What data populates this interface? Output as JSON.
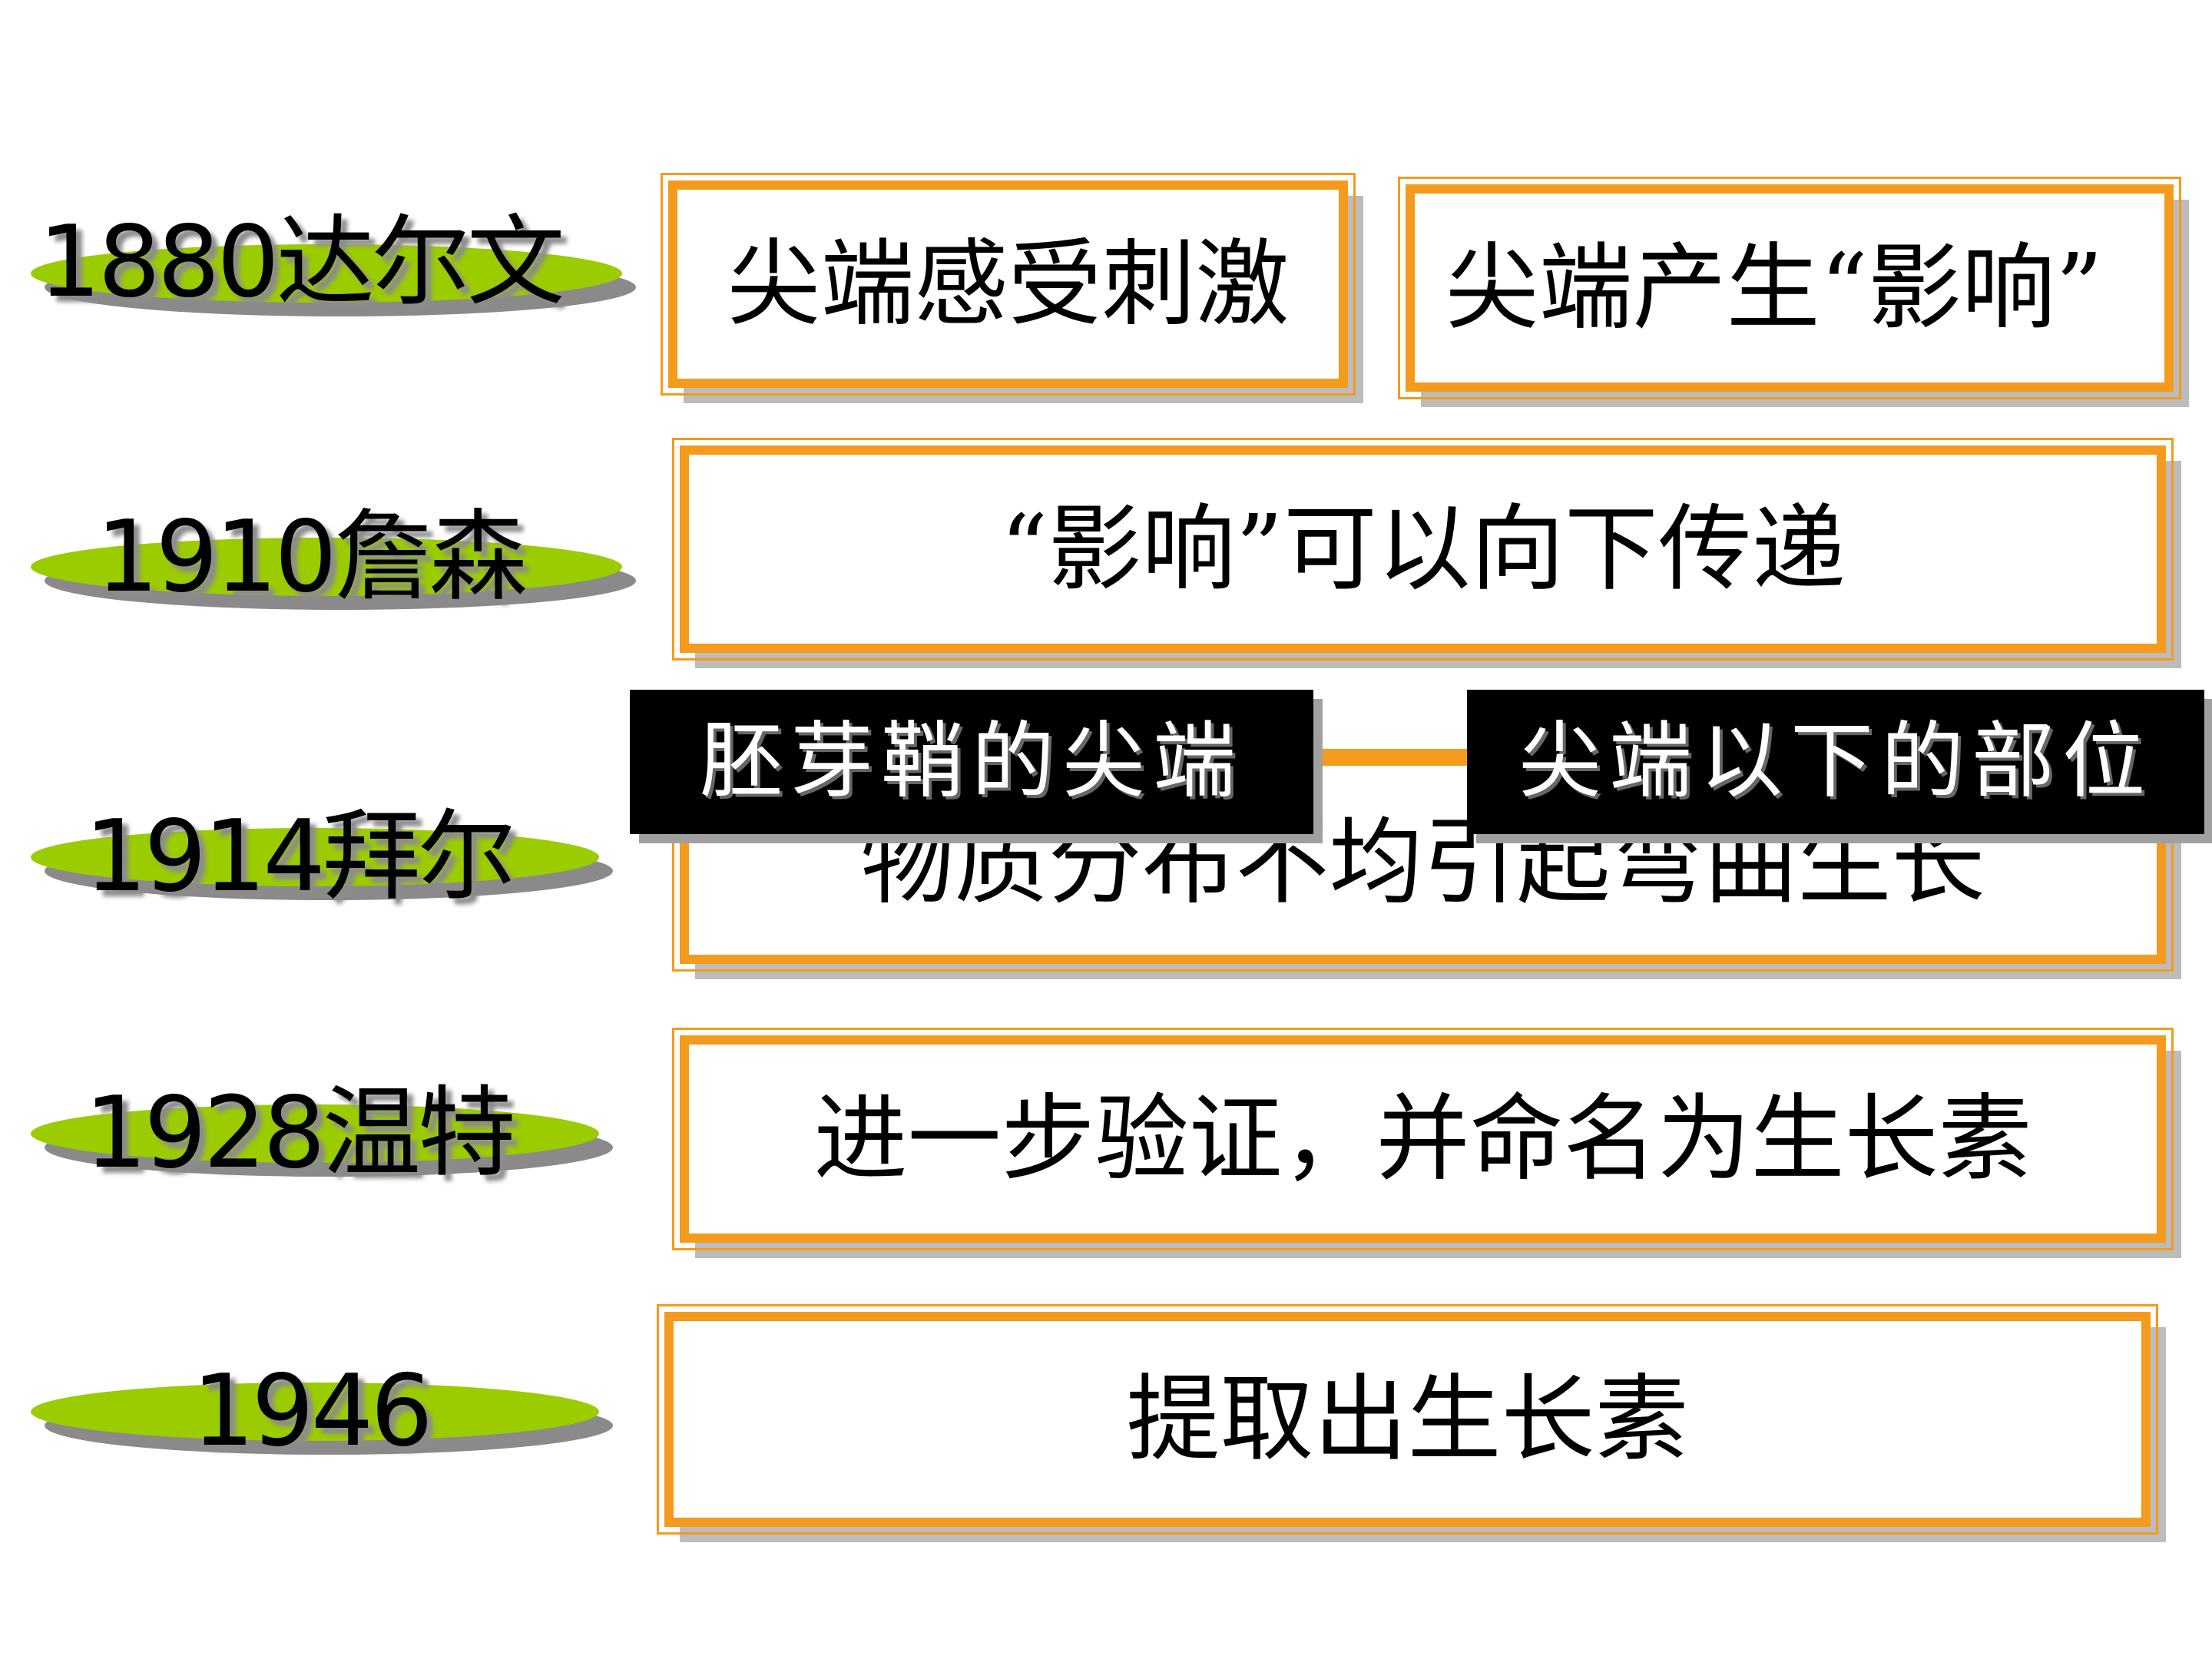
{
  "timeline": [
    {
      "label": "1880达尔文"
    },
    {
      "label": "1910詹森"
    },
    {
      "label": "1914拜尔"
    },
    {
      "label": "1928温特"
    },
    {
      "label": "1946"
    }
  ],
  "findings": {
    "darwin_a": "尖端感受刺激",
    "darwin_b": "尖端产生“影响”",
    "jensen": "“影响”可以向下传递",
    "paal": "物质分布不均引起弯曲生长",
    "went": "进一步验证，并命名为生长素",
    "y1946": "提取出生长素"
  },
  "callouts": {
    "tip": "胚芽鞘的尖端",
    "below_tip": "尖端以下的部位"
  },
  "colors": {
    "pill_green": "#9bcc00",
    "box_border": "#f49a1c",
    "callout_bg": "#000000"
  }
}
